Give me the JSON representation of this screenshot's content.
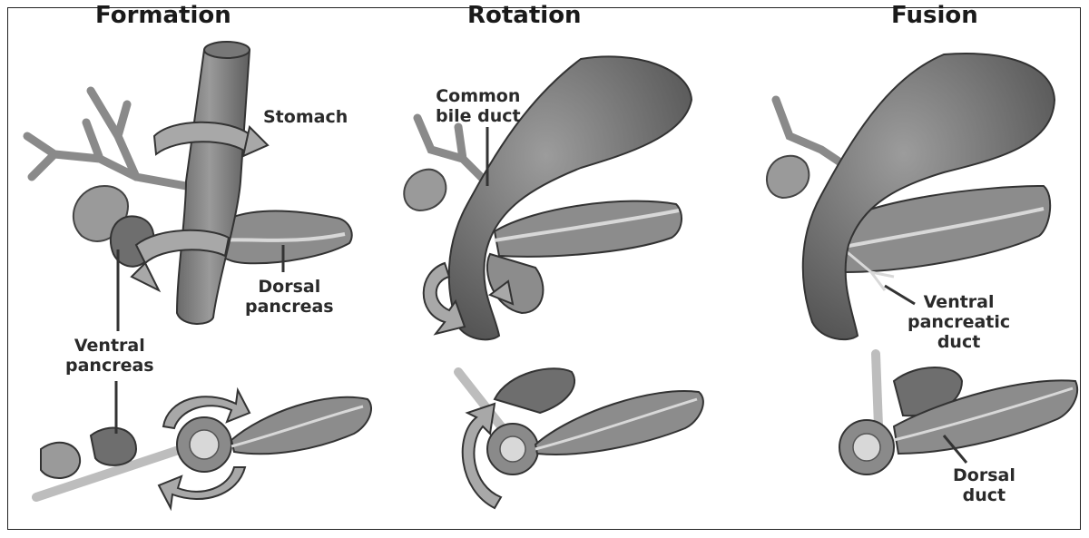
{
  "panels": [
    {
      "title": "Formation"
    },
    {
      "title": "Rotation"
    },
    {
      "title": "Fusion"
    }
  ],
  "labels": {
    "stomach": "Stomach",
    "dorsal_pancreas": [
      "Dorsal",
      "pancreas"
    ],
    "ventral_pancreas": [
      "Ventral",
      "pancreas"
    ],
    "common_bile_duct": [
      "Common",
      "bile duct"
    ],
    "ventral_pancreatic_duct": [
      "Ventral",
      "pancreatic",
      "duct"
    ],
    "dorsal_duct": [
      "Dorsal",
      "duct"
    ]
  },
  "colors": {
    "organ_dark": "#6a6a6a",
    "organ_mid": "#8e8e8e",
    "organ_light": "#b4b4b4",
    "duct": "#dedede",
    "outline": "#3a3a3a"
  }
}
